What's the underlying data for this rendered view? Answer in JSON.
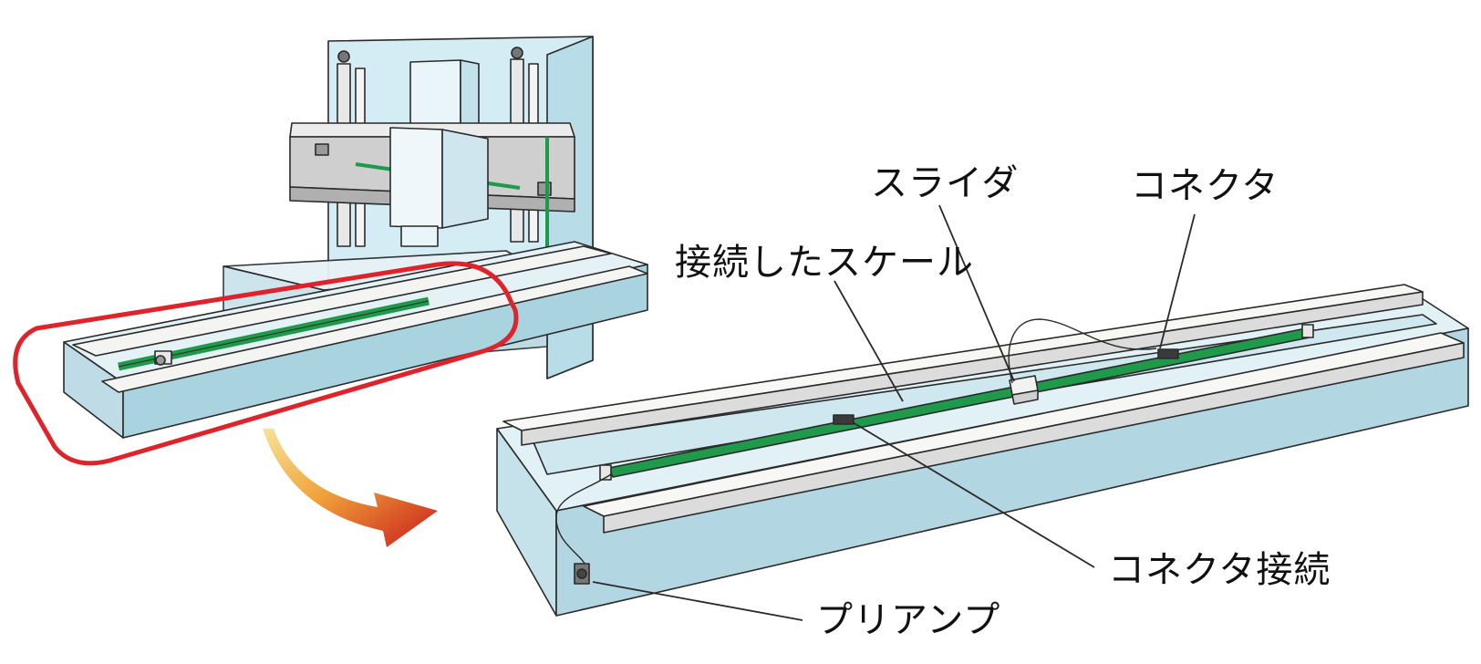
{
  "labels": {
    "slider": "スライダ",
    "connector": "コネクタ",
    "connected_scale": "接続したスケール",
    "connector_joint": "コネクタ接続",
    "preamp": "プリアンプ"
  },
  "colors": {
    "machine_fill": "#cfe9f1",
    "machine_fill_light": "#e4f3f8",
    "machine_fill_dark": "#a9d3df",
    "outline": "#2a2a2a",
    "rail": "#f4f4f2",
    "scale_green": "#1f9a4a",
    "highlight_red": "#e0232a",
    "arrow_red": "#c91a1a",
    "arrow_yellow": "#f2c338"
  }
}
